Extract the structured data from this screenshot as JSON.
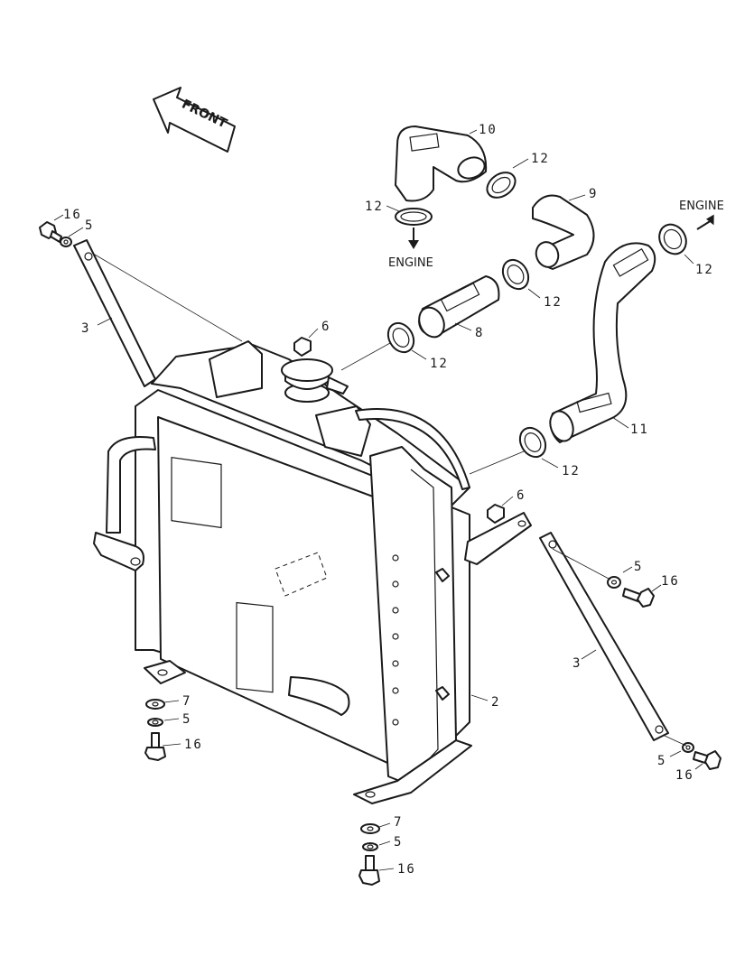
{
  "front_label": "FRONT",
  "engine_label": "ENGINE",
  "callouts": {
    "radiator": "2",
    "stay": "3",
    "washer": "5",
    "nut": "6",
    "spacer": "7",
    "hose_8": "8",
    "hose_9": "9",
    "hose_10": "10",
    "hose_11": "11",
    "clamp": "12",
    "bolt": "16"
  }
}
